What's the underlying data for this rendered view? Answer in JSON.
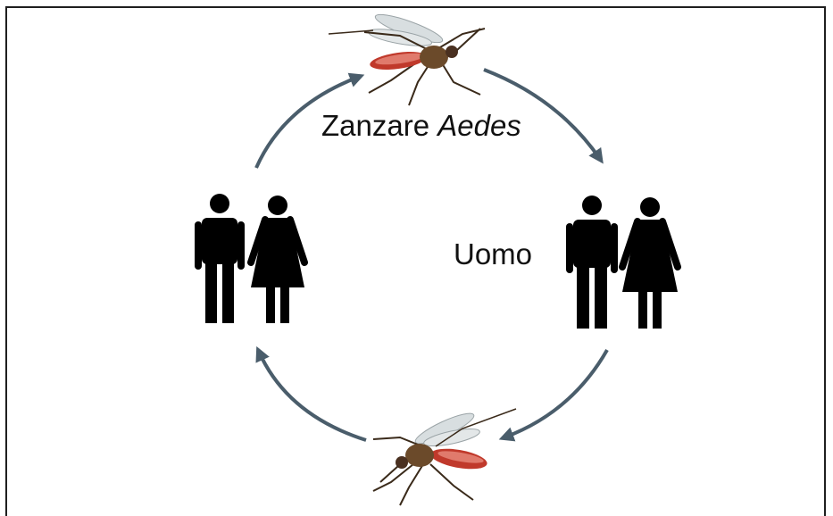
{
  "diagram": {
    "mosquito_label_prefix": "Zanzare",
    "mosquito_label_genus": "Aedes",
    "human_label": "Uomo"
  },
  "colors": {
    "arrow": "#4a5d6b",
    "figure": "#000000",
    "mosquito_body": "#6b4a2a",
    "mosquito_abdomen": "#c0392b",
    "frame": "#1f1f1f"
  },
  "icons": [
    "mosquito-icon",
    "man-icon",
    "woman-icon",
    "cycle-arrow-icon"
  ]
}
